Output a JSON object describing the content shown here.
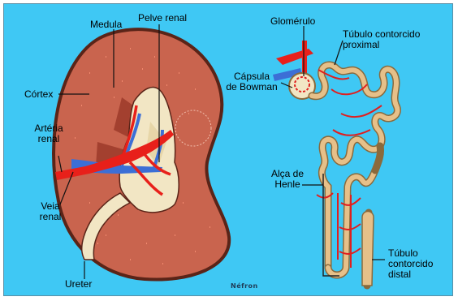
{
  "labels": {
    "medula": "Medula",
    "pelve_renal": "Pelve renal",
    "cortex": "Córtex",
    "arteria_renal": [
      "Artéria",
      "renal"
    ],
    "veia_renal": [
      "Veia",
      "renal"
    ],
    "ureter": "Ureter",
    "glomerulo": "Glomérulo",
    "tubulo_proximal": [
      "Túbulo contorcido",
      "proximal"
    ],
    "capsula_bowman": [
      "Cápsula",
      "de Bowman"
    ],
    "alca_henle": [
      "Alça de",
      "Henle"
    ],
    "tubulo_distal": [
      "Túbulo",
      "contorcido",
      "distal"
    ]
  },
  "caption": "Néfron",
  "colors": {
    "background": "#3fc8f4",
    "kidney": "#c9644e",
    "kidney_outline": "#5a2418",
    "pelvis": "#f2e6c4",
    "artery": "#e8201a",
    "vein": "#3c6fd6",
    "tubule": "#e6c089",
    "tubule_outline": "#8a6a3c",
    "capillary": "#e01f1f"
  }
}
